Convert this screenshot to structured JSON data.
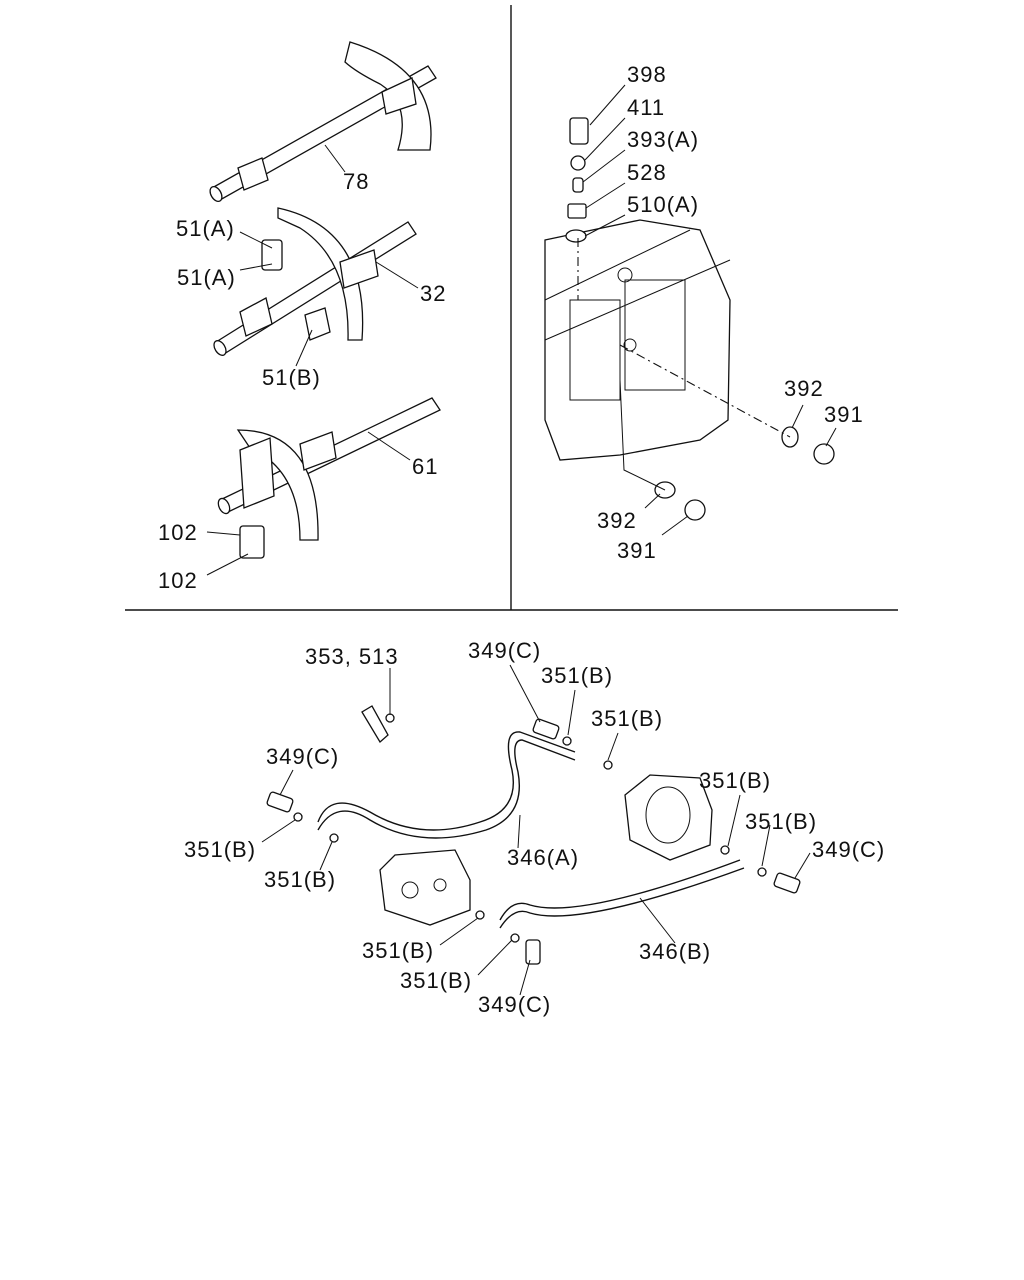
{
  "callouts": {
    "c78": "78",
    "c51a1": "51(A)",
    "c51a2": "51(A)",
    "c32": "32",
    "c51b": "51(B)",
    "c61": "61",
    "c102a": "102",
    "c102b": "102",
    "c398": "398",
    "c411": "411",
    "c393a": "393(A)",
    "c528": "528",
    "c510a": "510(A)",
    "c392a": "392",
    "c391a": "391",
    "c392b": "392",
    "c391b": "391",
    "c353": "353, 513",
    "c349c1": "349(C)",
    "c351b1": "351(B)",
    "c351b2": "351(B)",
    "c349c2": "349(C)",
    "c351b3": "351(B)",
    "c351b4": "351(B)",
    "c346a": "346(A)",
    "c351b5": "351(B)",
    "c351b6": "351(B)",
    "c349c3": "349(C)",
    "c351b7": "351(B)",
    "c351b8": "351(B)",
    "c349c4": "349(C)",
    "c346b": "346(B)"
  }
}
